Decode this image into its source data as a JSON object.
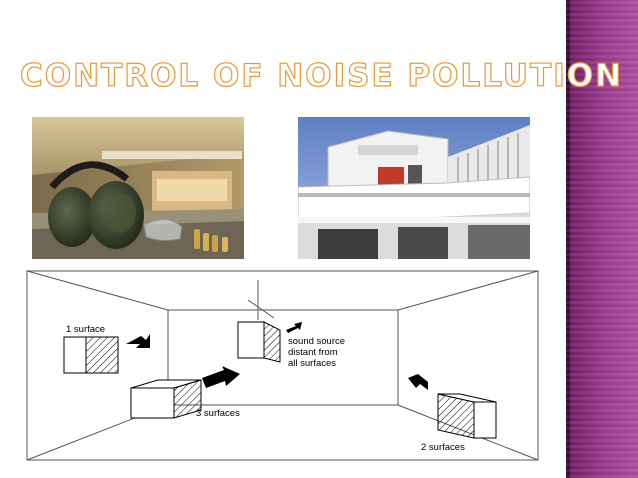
{
  "slide": {
    "title": "Control of Noise Pollution"
  },
  "colors": {
    "title_outline": "#e79a3a",
    "side_band": "#9b3b8d"
  },
  "photos": [
    {
      "icon": "earmuffs-shooting-range-photo"
    },
    {
      "icon": "apartment-building-photo"
    }
  ],
  "diagram": {
    "labels": {
      "one_surface": "1 surface",
      "three_surfaces": "3 surfaces",
      "two_surfaces": "2 surfaces",
      "source_line1": "sound source",
      "source_line2": "distant from",
      "source_line3": "all surfaces"
    }
  }
}
